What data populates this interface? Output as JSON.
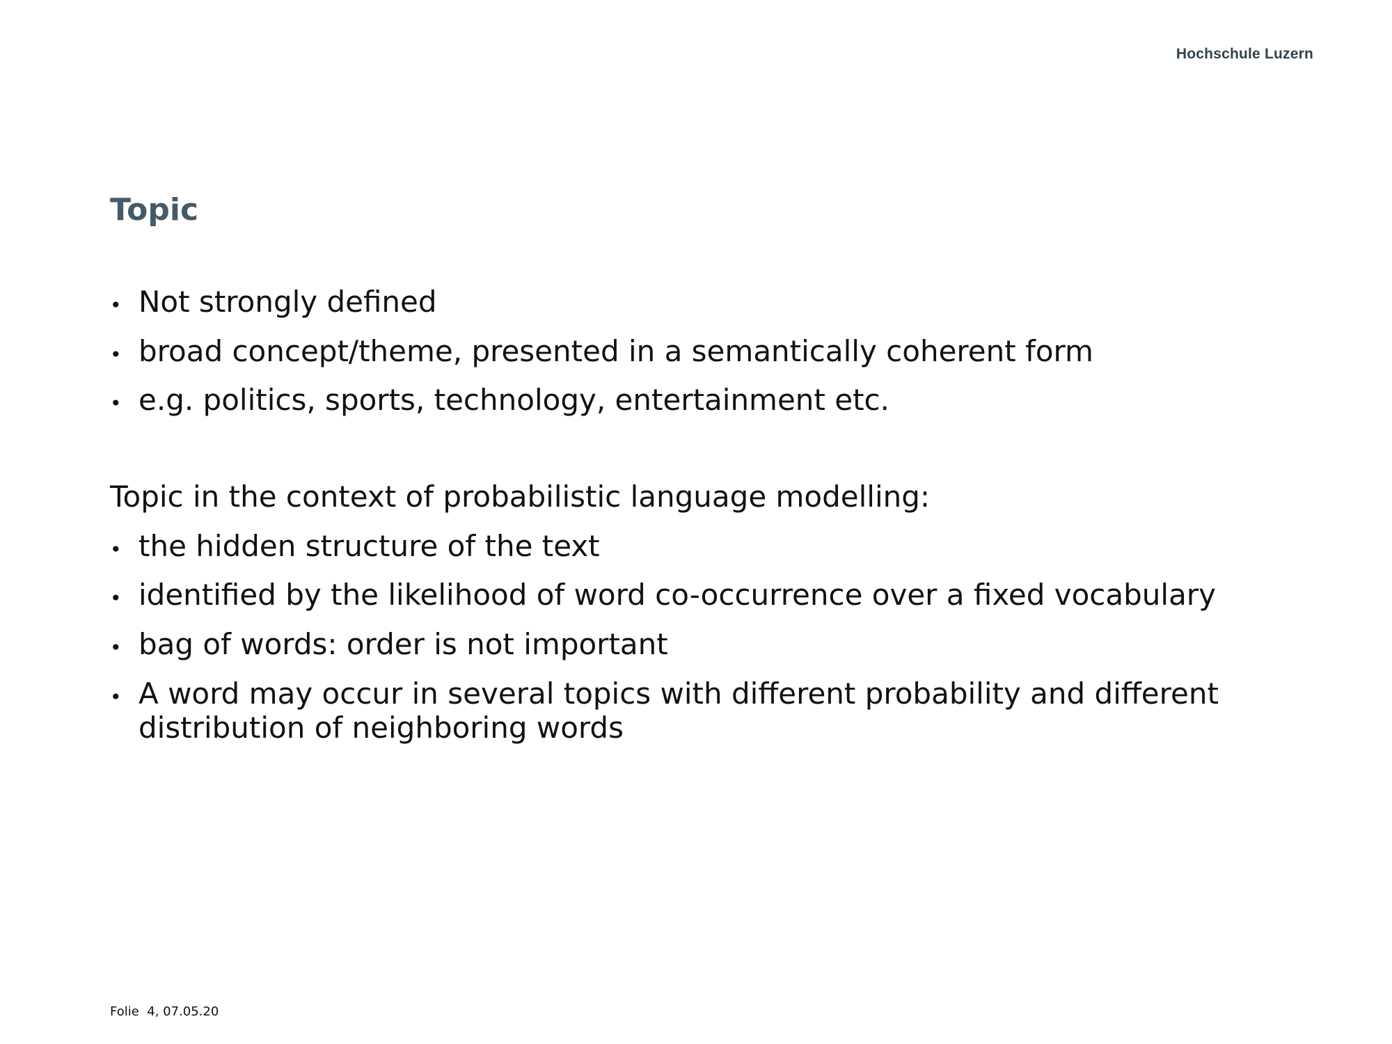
{
  "header": {
    "brand": "Hochschule Luzern"
  },
  "slide": {
    "title": "Topic",
    "section1": {
      "bullets": [
        "Not strongly defined",
        "broad concept/theme, presented in a semantically coherent form",
        "e.g. politics, sports, technology, entertainment etc."
      ]
    },
    "section2": {
      "intro": "Topic in the context of probabilistic language modelling:",
      "bullets": [
        "the hidden structure of the text",
        "identified by the likelihood of word co-occurrence over a fixed vocabulary",
        "bag of words: order is not important",
        "A word may occur in several topics with different probability and different distribution of neighboring words"
      ]
    },
    "bullet_glyph": "•"
  },
  "footer": {
    "text": "Folie  4, 07.05.20"
  }
}
